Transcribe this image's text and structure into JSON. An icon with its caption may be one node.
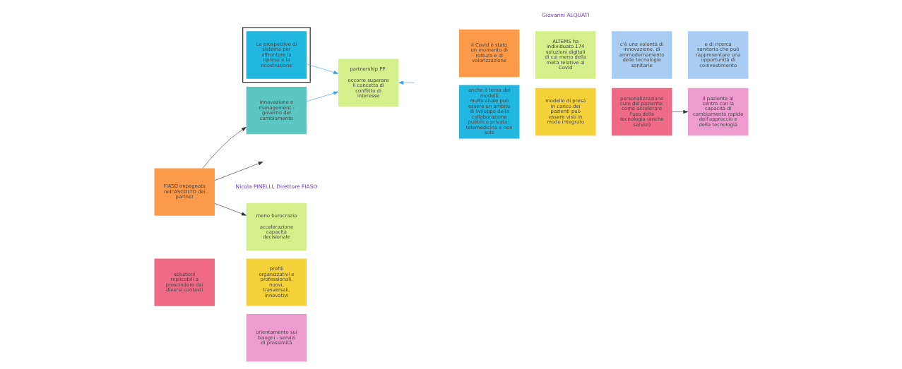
{
  "diagram": {
    "nodes": [
      {
        "text": [],
        "shape": "box"
      },
      {
        "text": [
          "Le prospettive di sistema per affrontare la ripresa e la ricostruzione"
        ],
        "in": 0
      },
      {
        "text": [
          "partnership PP:",
          "occorre superare il concetto di conflitto di interesse"
        ]
      },
      {
        "text": [
          "FIASO impegnata nell'ASCOLTO dei partner"
        ]
      },
      {
        "text": [
          "meno burocrazia",
          "accelerazione capacità decisionale"
        ]
      },
      {
        "text": [
          "innovazione e management - governo del cambiamento"
        ]
      },
      {
        "text": [
          "soluzioni replicabili a prescindere dai diversi contesti"
        ]
      },
      {
        "text": [
          "orientamento sui bisogni - servizi di prossimità"
        ]
      },
      {
        "text": [
          "profili organizzativi e professionali, nuovi, trasversali, innovativi"
        ]
      },
      {
        "text": [
          "il Covid è stato un momento di rottura e di valorizzazione"
        ]
      },
      {
        "text": [
          "ALTEMS ha individuato 174 soluzioni digitali di cui meno della metà relative al Covid"
        ]
      },
      {
        "text": [
          "c'è una volontà di innovazione, di ammodernamento delle tecnologie sanitarie"
        ]
      },
      {
        "text": [
          "e di ricerca sanitaria che può rappresentare una opportunità di coinvestimento"
        ]
      },
      {
        "text": [
          "anche il tema dei modelli multicanale può essere un ambito di sviluppo della collaborazione pubblico privata:. telemedicina e non solo"
        ]
      },
      {
        "text": [
          "modello di presa in carico dei pazienti può essere visti in modo integrato"
        ]
      },
      {
        "text": [
          "personalizzazione cure del paziente: come accelerare l'uso della tecnologia (anche servizi)"
        ]
      },
      {
        "text": [
          "il paziente al centro con la capacità di cambiamento rapido dell'approccio e della tecnologia"
        ]
      }
    ],
    "edges": [
      {
        "from": 1,
        "to": 2,
        "arrow": "to",
        "color": "#3a9be6"
      },
      {
        "from": 5,
        "to": 2,
        "arrow": "to",
        "color": "#3a9be6"
      },
      {
        "from": null,
        "to": 2,
        "arrow": "to",
        "color": "#3a9be6"
      },
      {
        "from": 3,
        "to": 4,
        "arrow": "to"
      },
      {
        "from": 3,
        "to": null,
        "arrow": "to"
      },
      {
        "from": 3,
        "to": 5,
        "arrow": "to"
      },
      {
        "from": 15,
        "to": 16,
        "arrow": "to"
      }
    ],
    "labels": [
      "Nicola PINELLI, Direttore FIASO",
      "Giovanni ALQUATI"
    ]
  }
}
